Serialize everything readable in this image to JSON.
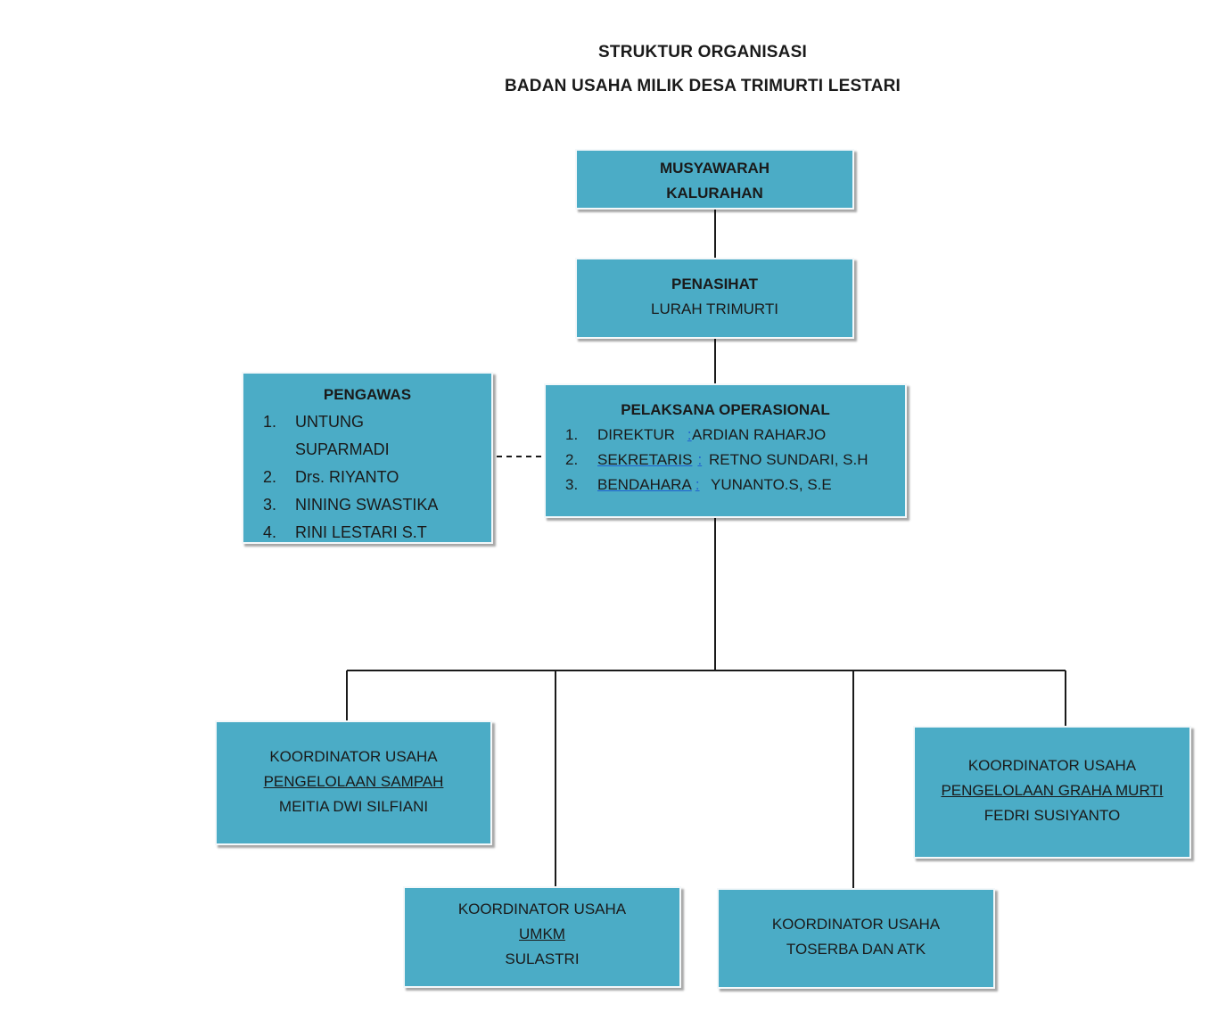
{
  "title": {
    "line1": "STRUKTUR ORGANISASI",
    "line2": "BADAN USAHA MILIK DESA TRIMURTI LESTARI"
  },
  "musyawarah": {
    "line1": "MUSYAWARAH",
    "line2": "KALURAHAN"
  },
  "penasihat": {
    "heading": "PENASIHAT",
    "name": "LURAH TRIMURTI"
  },
  "pengawas": {
    "heading": "PENGAWAS",
    "members": [
      {
        "num": "1.",
        "name_line1": "UNTUNG",
        "name_line2": "SUPARMADI"
      },
      {
        "num": "2.",
        "name": "Drs. RIYANTO"
      },
      {
        "num": "3.",
        "name": "NINING SWASTIKA"
      },
      {
        "num": "4.",
        "name": "RINI LESTARI S.T"
      }
    ]
  },
  "pelaksana": {
    "heading": "PELAKSANA OPERASIONAL",
    "members": [
      {
        "num": "1.",
        "role": "DIREKTUR",
        "sep": ":",
        "name": "ARDIAN RAHARJO"
      },
      {
        "num": "2.",
        "role": "SEKRETARIS",
        "sep": ":",
        "name": "RETNO SUNDARI, S.H"
      },
      {
        "num": "3.",
        "role": "BENDAHARA",
        "sep": ":",
        "name": "YUNANTO.S, S.E"
      }
    ]
  },
  "koordinator": {
    "sampah": {
      "label": "KOORDINATOR USAHA",
      "unit": "PENGELOLAAN SAMPAH",
      "name": "MEITIA DWI SILFIANI"
    },
    "umkm": {
      "label": "KOORDINATOR USAHA",
      "unit": "UMKM",
      "name": "SULASTRI"
    },
    "toserba": {
      "label": "KOORDINATOR USAHA",
      "unit": "TOSERBA DAN ATK"
    },
    "graha": {
      "label": "KOORDINATOR USAHA",
      "unit": "PENGELOLAAN GRAHA MURTI",
      "name": "FEDRI SUSIYANTO"
    }
  },
  "colors": {
    "box_fill": "#4bacc6",
    "line": "#1a1a1a"
  }
}
